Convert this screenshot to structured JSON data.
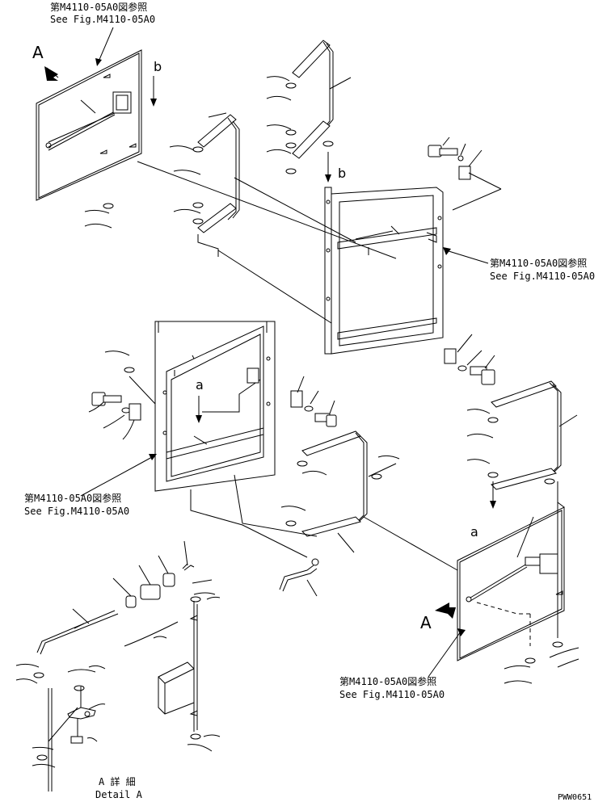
{
  "callouts": {
    "ref_jp": "第M4110-05A0図参照",
    "ref_en": "See Fig.M4110-05A0"
  },
  "labels": {
    "view_a": "A",
    "arrow_b": "b",
    "arrow_a": "a",
    "detail_jp": "A 詳 細",
    "detail_en": "Detail A"
  },
  "drawing_code": "PWW0651"
}
